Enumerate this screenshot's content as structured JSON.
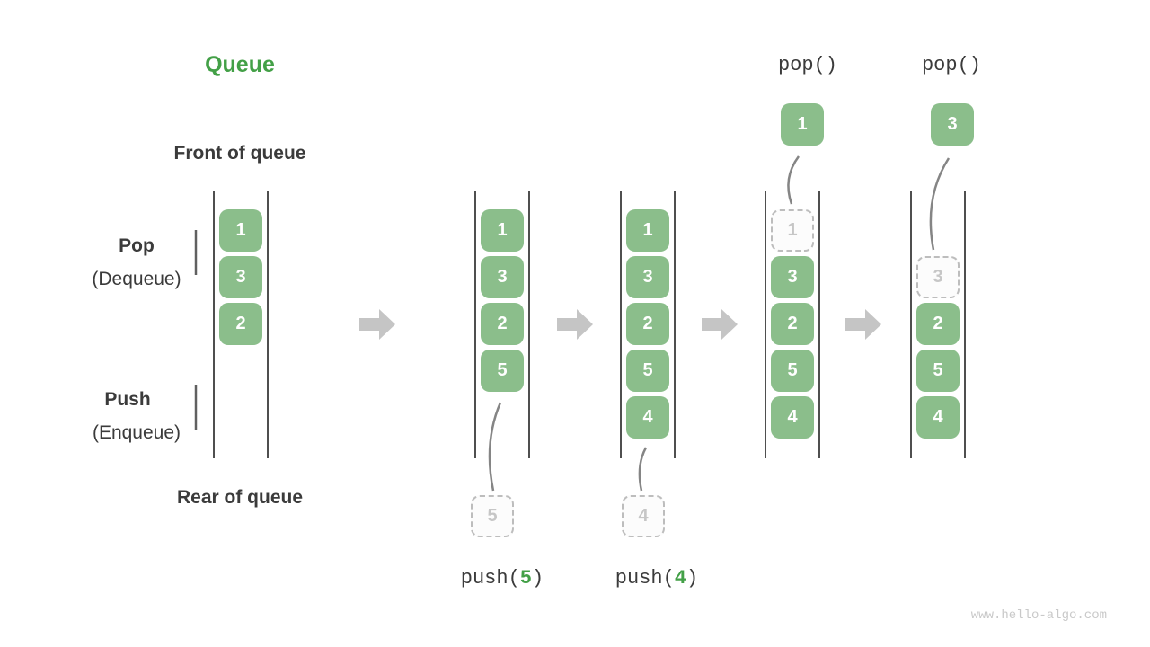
{
  "title": "Queue",
  "colors": {
    "accent_green": "#43A047",
    "box_green": "#8BBE8B",
    "box_text": "#FFFFFF",
    "label_dark": "#3B3B3B",
    "wall_gray": "#4F4F4F",
    "arrow_gray": "#C5C5C5",
    "ghost_gray": "#C6C6C6",
    "ghost_border": "#BDBDBD",
    "watermark_gray": "#C9C9C9"
  },
  "labels": {
    "front_of_queue": "Front of queue",
    "rear_of_queue": "Rear of queue",
    "pop": "Pop",
    "pop_alias": "(Dequeue)",
    "push": "Push",
    "push_alias": "(Enqueue)"
  },
  "states": [
    {
      "queue": [
        "1",
        "3",
        "2"
      ]
    },
    {
      "queue": [
        "1",
        "3",
        "2",
        "5"
      ],
      "staged": "5",
      "op_prefix": "push(",
      "op_arg": "5",
      "op_suffix": ")"
    },
    {
      "queue": [
        "1",
        "3",
        "2",
        "5",
        "4"
      ],
      "staged": "4",
      "op_prefix": "push(",
      "op_arg": "4",
      "op_suffix": ")"
    },
    {
      "queue": [
        "3",
        "2",
        "5",
        "4"
      ],
      "ghost": "1",
      "popped": "1",
      "op_label": "pop()"
    },
    {
      "queue": [
        "2",
        "5",
        "4"
      ],
      "ghost": "3",
      "popped": "3",
      "op_label": "pop()"
    }
  ],
  "watermark": "www.hello-algo.com"
}
